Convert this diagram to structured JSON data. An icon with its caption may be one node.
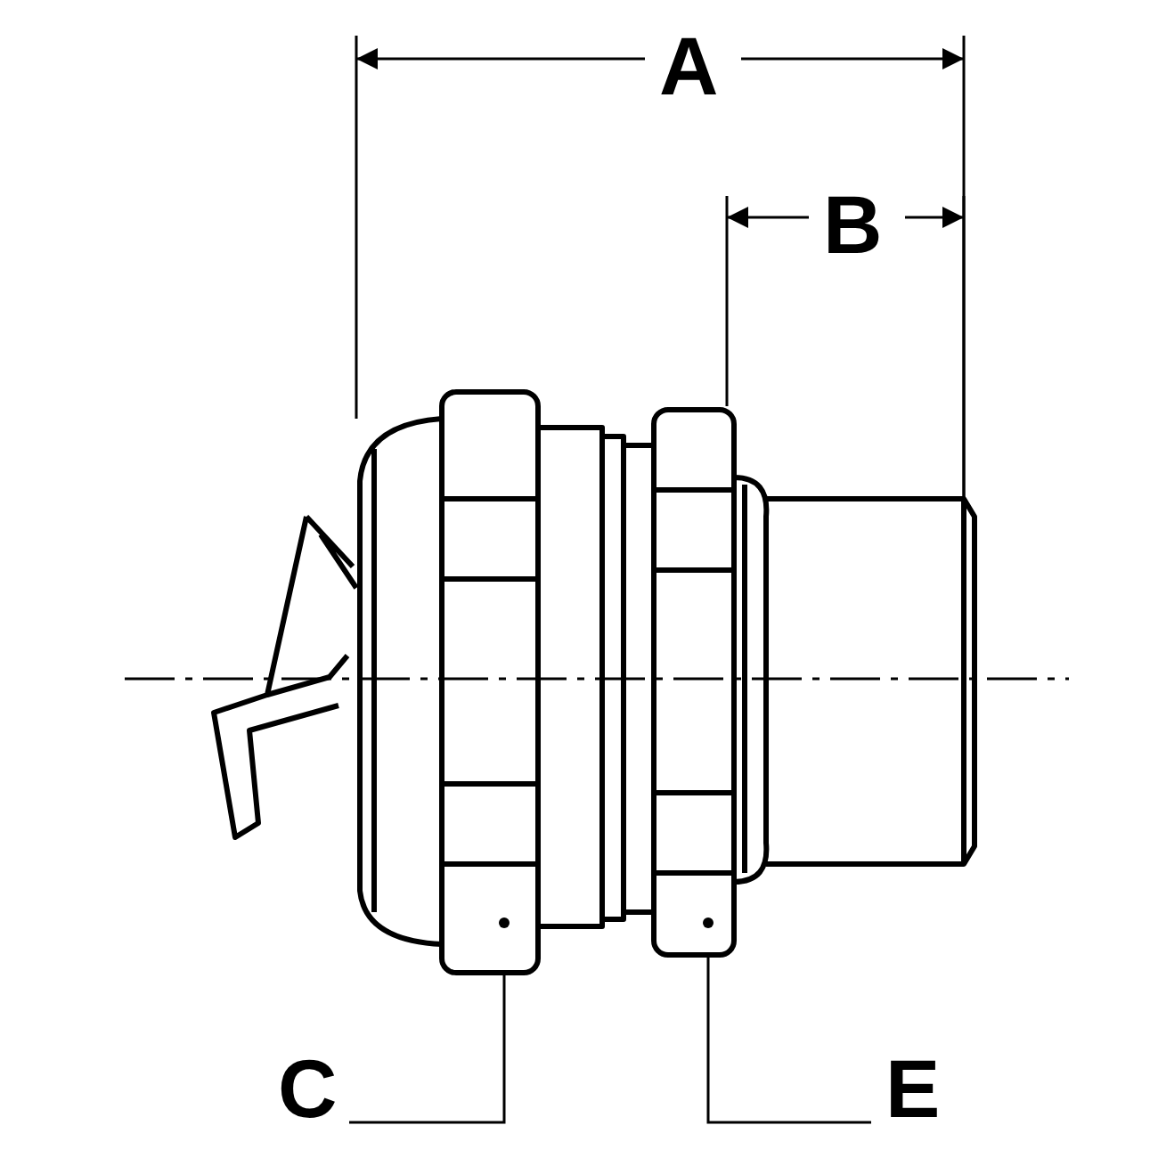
{
  "diagram": {
    "nodes": [
      {
        "text": [
          "C"
        ]
      },
      {
        "text": [],
        "shape": "picture"
      },
      {
        "text": [],
        "shape": "picture"
      },
      {
        "text": [
          "E"
        ]
      }
    ],
    "edges": [
      {
        "from": 0,
        "to": 1,
        "arrow": "none"
      },
      {
        "from": 3,
        "to": 2,
        "arrow": "none"
      }
    ],
    "labels": [
      "A",
      "B"
    ]
  }
}
